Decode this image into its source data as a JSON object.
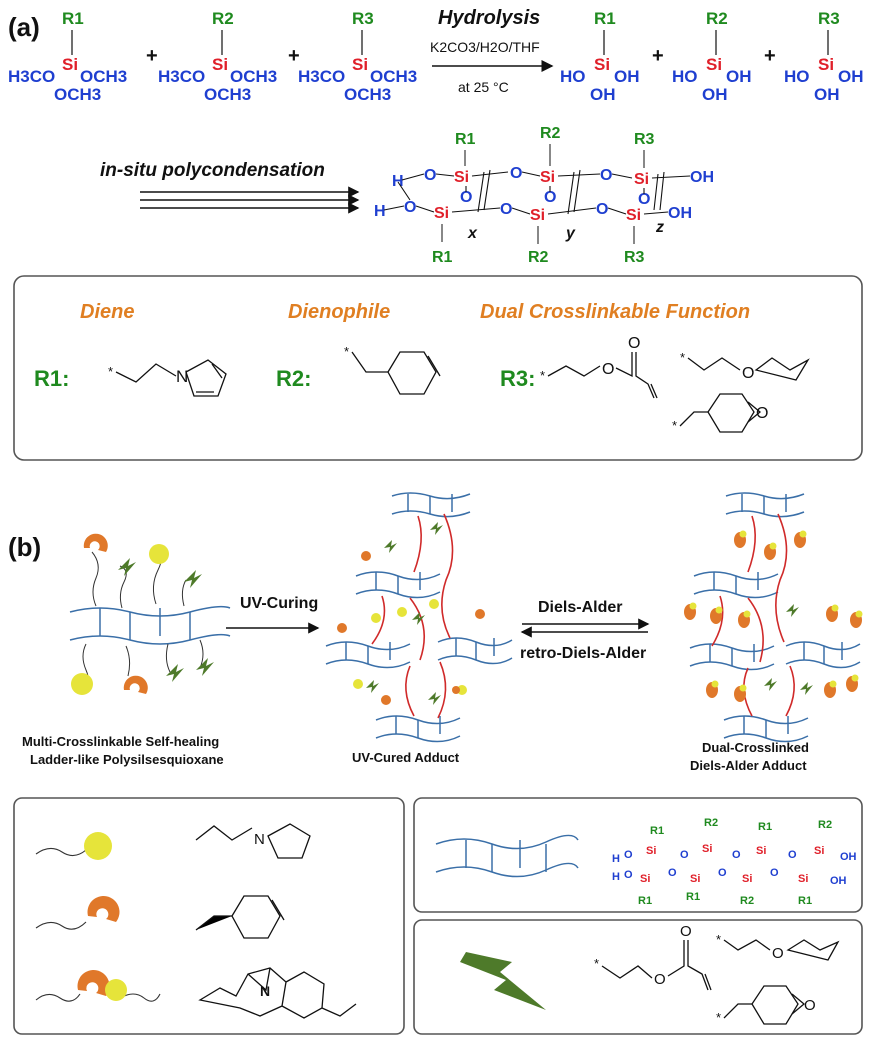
{
  "panel_a": {
    "label": "(a)",
    "reagent_r": [
      "R1",
      "R2",
      "R3"
    ],
    "si": "Si",
    "methoxy_left": "H3CO",
    "methoxy_right": "OCH3",
    "methoxy_bottom": "OCH3",
    "plus": "+",
    "hydrolysis_title": "Hydrolysis",
    "hydrolysis_reagents": "K2CO3/H2O/THF",
    "hydrolysis_temp": "at 25 °C",
    "ho": "HO",
    "oh": "OH",
    "polycondensation": "in-situ polycondensation",
    "ladder_o": "O",
    "ladder_h": "H",
    "x": "x",
    "y": "y",
    "z": "z",
    "box_headers": [
      "Diene",
      "Dienophile",
      "Dual Crosslinkable Function"
    ],
    "r1_label": "R1:",
    "r2_label": "R2:",
    "r3_label": "R3:",
    "n_atom": "N",
    "o_atom": "O"
  },
  "panel_b": {
    "label": "(b)",
    "uv_curing": "UV-Curing",
    "diels_alder": "Diels-Alder",
    "retro_diels_alder": "retro-Diels-Alder",
    "caption_left_1": "Multi-Crosslinkable Self-healing",
    "caption_left_2": "Ladder-like Polysilsesquioxane",
    "caption_mid": "UV-Cured Adduct",
    "caption_right_1": "Dual-Crosslinked",
    "caption_right_2": "Diels-Alder Adduct"
  },
  "colors": {
    "r_group": "#1f8a1f",
    "silicon": "#e0202a",
    "oxygen": "#1f3fd0",
    "orange_text": "#e07f22",
    "ladder": "#3a6fa8",
    "furan_yellow": "#e6e43a",
    "maleimide_orange": "#e0782a",
    "lightning_green": "#4e7a2a",
    "crosslink_red": "#d02a2a"
  }
}
